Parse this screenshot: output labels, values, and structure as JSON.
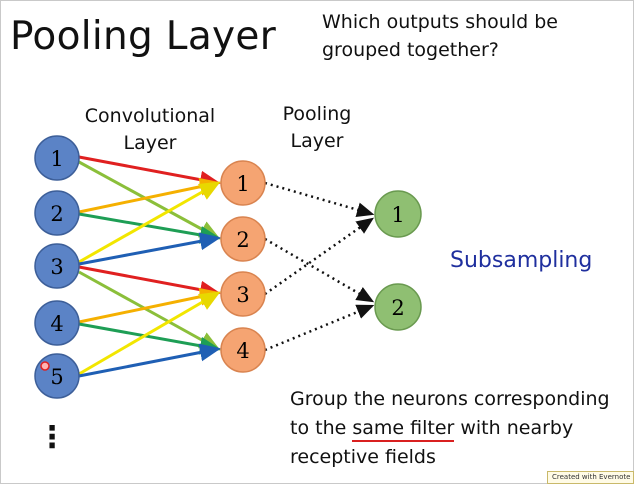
{
  "title": "Pooling Layer",
  "question": "Which outputs should be grouped together?",
  "labels": {
    "conv": "Convolutional Layer",
    "pool": "Pooling Layer",
    "subsampling": "Subsampling"
  },
  "bottom_text": {
    "before": "Group the neurons corresponding to the ",
    "emphasis": "same filter",
    "after": " with nearby receptive fields"
  },
  "nodes": {
    "input": [
      "1",
      "2",
      "3",
      "4",
      "5"
    ],
    "conv": [
      "1",
      "2",
      "3",
      "4"
    ],
    "pool": [
      "1",
      "2"
    ],
    "more_indicator": "⋮"
  },
  "colors": {
    "input_fill": "#5b83c6",
    "conv_fill": "#f5a472",
    "pool_fill": "#8fbf72",
    "edge_red": "#e02020",
    "edge_orange": "#f5b000",
    "edge_green": "#1e9e55",
    "edge_blue": "#1f5fb4",
    "edge_yellow": "#f2e600",
    "edge_lime": "#8bbf3a",
    "subsampling": "#1f2f9e",
    "underline": "#d92020"
  },
  "badge": "Created with Evernote"
}
